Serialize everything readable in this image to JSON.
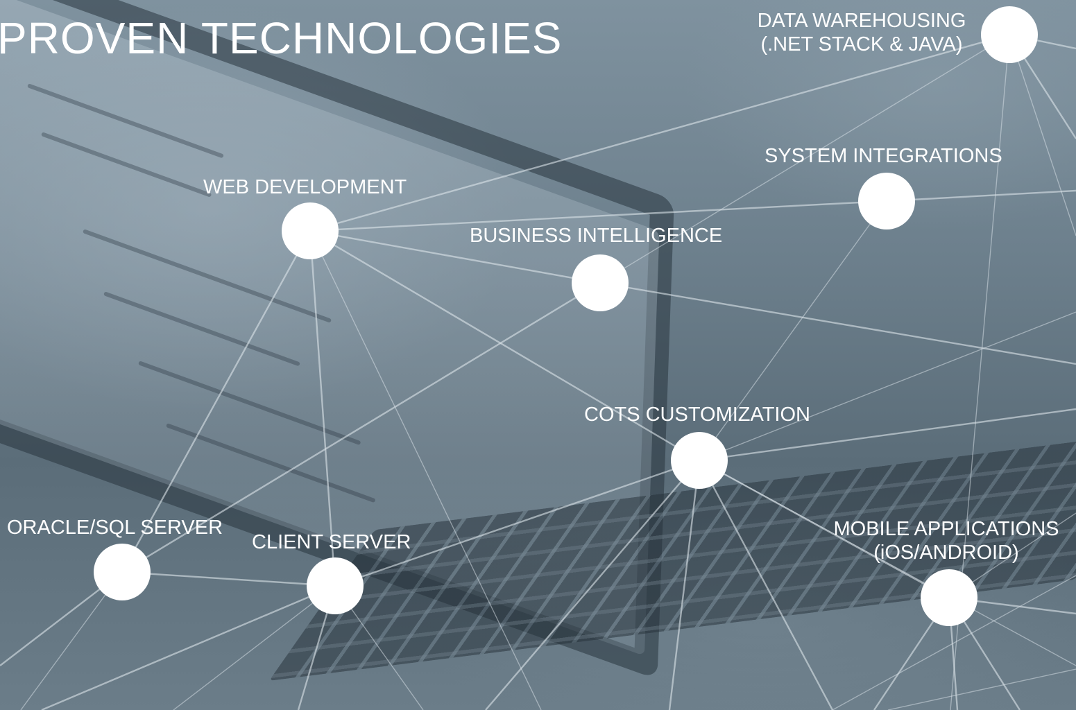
{
  "page_title": "PROVEN TECHNOLOGIES",
  "nodes": {
    "data_warehousing": {
      "line1": "DATA WAREHOUSING",
      "line2": "(.NET STACK & JAVA)"
    },
    "system_integrations": {
      "label": "SYSTEM INTEGRATIONS"
    },
    "web_development": {
      "label": "WEB DEVELOPMENT"
    },
    "business_intelligence": {
      "label": "BUSINESS INTELLIGENCE"
    },
    "cots_customization": {
      "label": "COTS CUSTOMIZATION"
    },
    "oracle_sql_server": {
      "label": "ORACLE/SQL SERVER"
    },
    "client_server": {
      "label": "CLIENT SERVER"
    },
    "mobile_applications": {
      "line1": "MOBILE APPLICATIONS",
      "line2": "(iOS/ANDROID)"
    }
  },
  "colors": {
    "node_fill": "#ffffff",
    "text": "#ffffff",
    "background": "#5b6d79"
  }
}
